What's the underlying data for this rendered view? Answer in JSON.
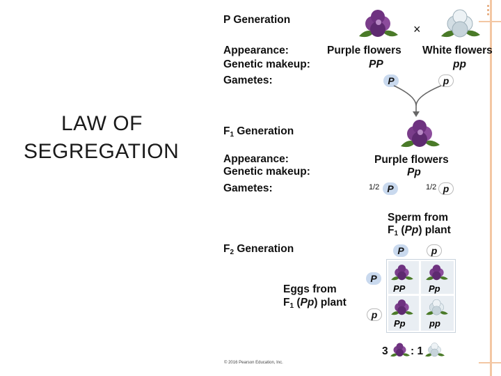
{
  "title": {
    "line1": "LAW OF",
    "line2": "SEGREGATION"
  },
  "p_gen": {
    "heading": "P Generation",
    "cross_symbol": "×",
    "appearance_label": "Appearance:",
    "genetic_label": "Genetic makeup:",
    "gametes_label": "Gametes:",
    "left_appearance": "Purple flowers",
    "left_genotype": "PP",
    "right_appearance": "White flowers",
    "right_genotype": "pp",
    "gamete_left": "P",
    "gamete_right": "p"
  },
  "f1_gen": {
    "heading_main": "F",
    "heading_sub": "1",
    "heading_rest": " Generation",
    "appearance_label": "Appearance:",
    "genetic_label": "Genetic makeup:",
    "gametes_label": "Gametes:",
    "appearance": "Purple flowers",
    "genotype": "Pp",
    "frac": "1/2",
    "gamete_left": "P",
    "gamete_right": "p"
  },
  "sperm": {
    "line1": "Sperm from",
    "line2_a": "F",
    "line2_sub": "1",
    "line2_b": " (",
    "line2_geno": "Pp",
    "line2_c": ") plant"
  },
  "f2_gen": {
    "heading_main": "F",
    "heading_sub": "2",
    "heading_rest": " Generation",
    "sperm_alleles": [
      "P",
      "p"
    ],
    "egg_alleles": [
      "P",
      "p"
    ],
    "cells": [
      "PP",
      "Pp",
      "Pp",
      "pp"
    ]
  },
  "eggs": {
    "line1": "Eggs from",
    "line2_a": "F",
    "line2_sub": "1",
    "line2_b": " (",
    "line2_geno": "Pp",
    "line2_c": ") plant"
  },
  "ratio": {
    "left": "3",
    "right": ": 1"
  },
  "copyright": "© 2016 Pearson Education, Inc.",
  "colors": {
    "purple_flower": "#7a3d8a",
    "white_flower": "#d9e4ea",
    "leaf": "#4a7a28",
    "dominant_bg": "#c9d9ee",
    "accent_line": "#f3c7a3"
  }
}
